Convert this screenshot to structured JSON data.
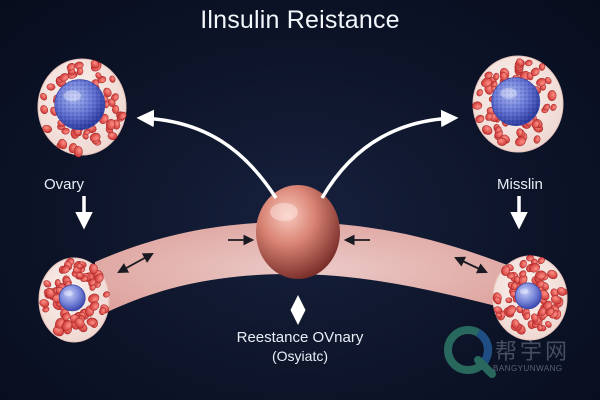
{
  "diagram": {
    "title": "Ilnsulin Reistance",
    "labels": {
      "left": "Ovary",
      "right": "Misslin",
      "center_line1": "Reestance OVnary",
      "center_line2": "(Osyiatc)"
    },
    "colors": {
      "background": "#0c1226",
      "band": "#f2c6c0",
      "cell_red": "#d9423f",
      "nucleus_blue": "#6f7fd6",
      "egg": "#d97f73",
      "arrow": "#ffffff"
    }
  },
  "watermark": {
    "text": "帮宇网",
    "subtext": "BANGYUNWANG",
    "icon": "q-logo-icon"
  }
}
